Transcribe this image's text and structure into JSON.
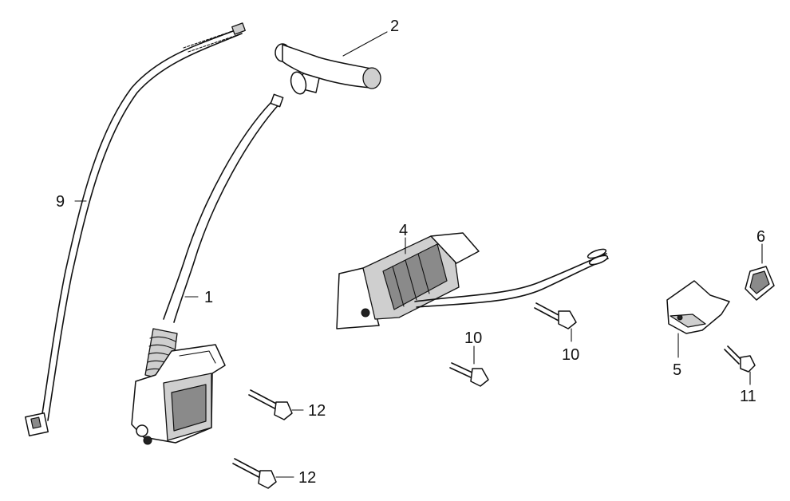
{
  "diagram": {
    "parts": [
      {
        "id": "part-1",
        "label": "1"
      },
      {
        "id": "part-2",
        "label": "2"
      },
      {
        "id": "part-4",
        "label": "4"
      },
      {
        "id": "part-5",
        "label": "5"
      },
      {
        "id": "part-6",
        "label": "6"
      },
      {
        "id": "part-9",
        "label": "9"
      },
      {
        "id": "part-10a",
        "label": "10"
      },
      {
        "id": "part-10b",
        "label": "10"
      },
      {
        "id": "part-11",
        "label": "11"
      },
      {
        "id": "part-12a",
        "label": "12"
      },
      {
        "id": "part-12b",
        "label": "12"
      }
    ]
  }
}
